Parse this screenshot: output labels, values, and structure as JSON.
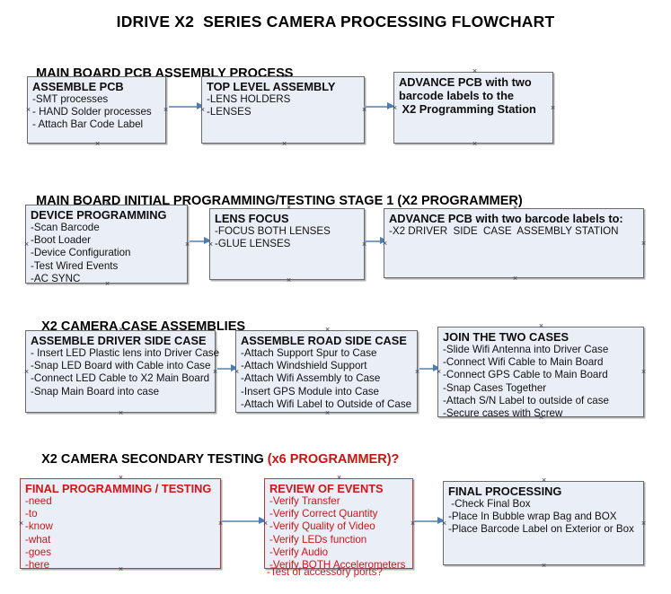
{
  "document": {
    "title": "IDRIVE X2  SERIES CAMERA PROCESSING FLOWCHART"
  },
  "colors": {
    "node_fill": "#e9eef7",
    "node_border": "#6b6b6b",
    "arrow": "#7e9ec4",
    "accent_red": "#d01616",
    "text": "#111111"
  },
  "sections": [
    {
      "id": "main-board-pcb-assembly",
      "heading": "MAIN BOARD PCB ASSEMBLY PROCESS",
      "heading_accent": "",
      "nodes": [
        {
          "id": "assemble-pcb",
          "title": "ASSEMBLE PCB",
          "lines": [
            "-SMT processes",
            "- HAND Solder processes",
            "- Attach Bar Code Label"
          ]
        },
        {
          "id": "top-level-assembly",
          "title": "TOP LEVEL ASSEMBLY",
          "lines": [
            "-LENS HOLDERS",
            "-LENSES"
          ]
        },
        {
          "id": "advance-pcb-programming-station",
          "title": "ADVANCE PCB with two",
          "lines": [
            "barcode labels to the",
            " X2 Programming Station"
          ]
        }
      ]
    },
    {
      "id": "main-board-initial-programming",
      "heading": "MAIN BOARD INITIAL PROGRAMMING/TESTING STAGE 1 (X2 PROGRAMMER)",
      "heading_accent": "",
      "nodes": [
        {
          "id": "device-programming",
          "title": "DEVICE PROGRAMMING",
          "lines": [
            "-Scan Barcode",
            "-Boot Loader",
            "-Device Configuration",
            "-Test Wired Events",
            "-AC SYNC"
          ]
        },
        {
          "id": "lens-focus",
          "title": "LENS FOCUS",
          "lines": [
            "-FOCUS BOTH LENSES",
            "-GLUE LENSES"
          ]
        },
        {
          "id": "advance-pcb-driver-side-case",
          "title": "ADVANCE PCB with two barcode labels to:",
          "lines": [
            "-X2 DRIVER  SIDE  CASE  ASSEMBLY STATION"
          ]
        }
      ]
    },
    {
      "id": "x2-camera-case-assemblies",
      "heading": "X2 CAMERA CASE ASSEMBLIES",
      "heading_accent": "",
      "nodes": [
        {
          "id": "assemble-driver-side-case",
          "title": "ASSEMBLE DRIVER SIDE CASE",
          "lines": [
            "- Insert LED Plastic lens into Driver Case",
            "-Snap LED Board with Cable into Case",
            "-Connect LED Cable to X2 Main Board",
            "-Snap Main Board into case"
          ]
        },
        {
          "id": "assemble-road-side-case",
          "title": "ASSEMBLE ROAD SIDE CASE",
          "lines": [
            "-Attach Support Spur to Case",
            "-Attach Windshield Support",
            "-Attach Wifi Assembly to Case",
            "-Insert GPS Module into Case",
            "-Attach Wifi Label to Outside of Case"
          ]
        },
        {
          "id": "join-the-two-cases",
          "title": "JOIN THE TWO CASES",
          "lines": [
            "-Slide Wifi Antenna into Driver Case",
            "-Connect Wifi Cable to Main Board",
            "-Connect GPS Cable to Main Board",
            "-Snap Cases Together",
            "-Attach S/N Label to outside of case",
            "-Secure cases with Screw"
          ]
        }
      ]
    },
    {
      "id": "x2-camera-secondary-testing",
      "heading": "X2 CAMERA SECONDARY TESTING ",
      "heading_accent": "(x6 PROGRAMMER)?",
      "nodes": [
        {
          "id": "final-programming-testing",
          "title": "FINAL PROGRAMMING / TESTING",
          "lines": [
            "-need",
            "-to",
            "-know",
            "-what",
            "-goes",
            "-here"
          ]
        },
        {
          "id": "review-of-events",
          "title": "REVIEW OF EVENTS",
          "lines": [
            "-Verify Transfer",
            "-Verify Correct Quantity",
            "-Verify Quality of Video",
            "-Verify LEDs function",
            "-Verify Audio",
            "-Verify BOTH Accelerometers"
          ],
          "overflow_line": "-Test of accessory ports?"
        },
        {
          "id": "final-processing",
          "title": "FINAL PROCESSING",
          "lines": [
            " -Check Final Box",
            "-Place In Bubble wrap Bag and BOX",
            "-Place Barcode Label on Exterior or Box"
          ]
        }
      ]
    }
  ]
}
